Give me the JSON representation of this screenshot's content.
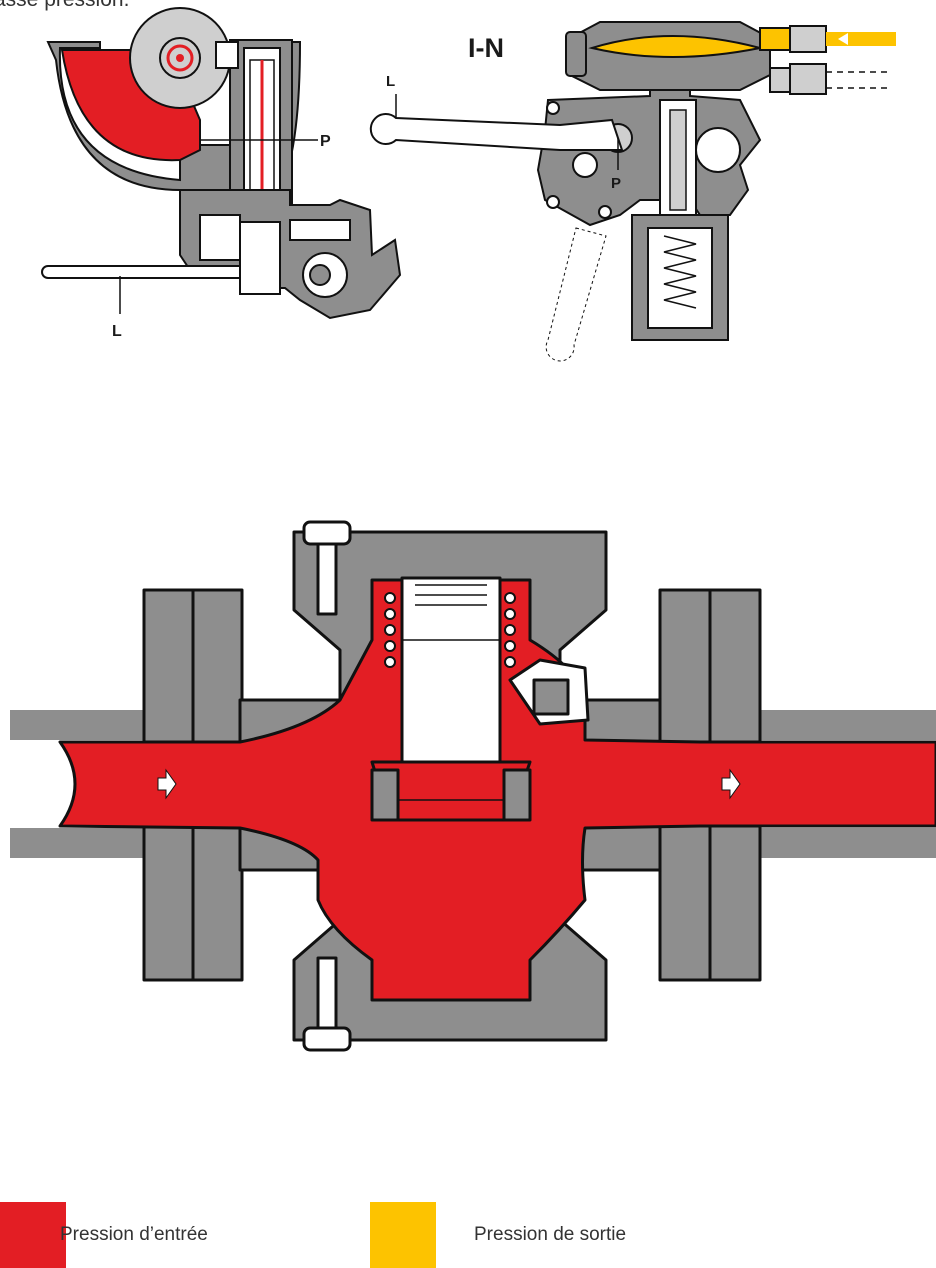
{
  "caption": "asse pression.",
  "labels": {
    "model": "I-N",
    "lever": "L",
    "pivot": "P"
  },
  "legend": [
    {
      "label": "Pression d’entrée",
      "color": "#e31e24"
    },
    {
      "label": "Pression de sortie",
      "color": "#fdc300"
    }
  ],
  "colors": {
    "body": "#8e8e8e",
    "outline": "#111111",
    "inlet": "#e31e24",
    "outlet": "#fdc300",
    "light": "#ffffff"
  }
}
